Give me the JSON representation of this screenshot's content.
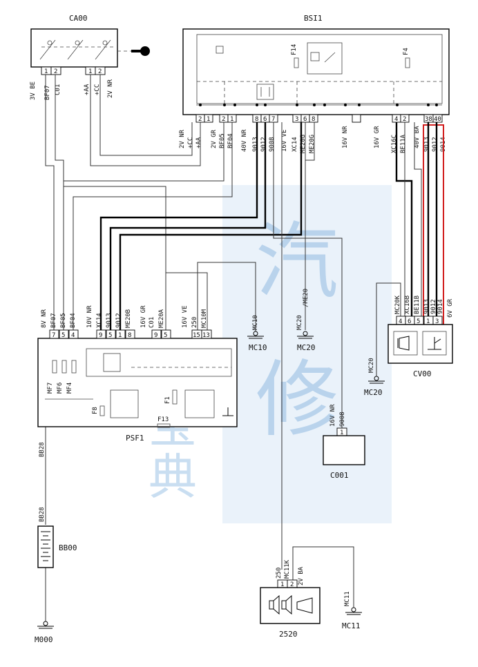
{
  "components": {
    "ca00": {
      "title": "CA00",
      "wires": [
        "3V BE",
        "BF07",
        "C01",
        "+AA",
        "+CC",
        "2V NR"
      ],
      "pins": [
        "1",
        "2",
        "1",
        "2"
      ]
    },
    "bsi1": {
      "title": "BSI1",
      "fuse_a": "F14",
      "fuse_b": "F4",
      "pins": [
        "2",
        "1",
        "2",
        "1",
        "8",
        "6",
        "7",
        "3",
        "6",
        "8",
        "4",
        "2",
        "38",
        "40"
      ]
    },
    "psf1": {
      "title": "PSF1",
      "fuses": [
        "MF7",
        "MF6",
        "MF4",
        "F8",
        "F1",
        "F13"
      ],
      "pins": [
        "7",
        "5",
        "4",
        "9",
        "5",
        "1",
        "8",
        "9",
        "5",
        "15",
        "13"
      ]
    },
    "cv00": {
      "title": "CV00",
      "pins": [
        "4",
        "6",
        "5",
        "1",
        "3"
      ]
    },
    "c001": {
      "title": "C001",
      "pin": "1"
    },
    "bb00": {
      "title": "BB00"
    },
    "c2520": {
      "title": "2520",
      "pins": [
        "1",
        "2"
      ]
    }
  },
  "wire_labels": {
    "bsi_left": [
      "2V NR",
      "+CC",
      "+AA",
      "2V GR",
      "BF05",
      "BF04",
      "40V NR",
      "9013",
      "9012",
      "9008",
      "16V VE",
      "XC14",
      "ME20G",
      "ME20G"
    ],
    "bsi_right": [
      "16V NR",
      "16V GR",
      "XC16C",
      "BE11A",
      "40V BA",
      "9013",
      "9012",
      "9014",
      "6V GR"
    ],
    "psf_top": [
      "8V NR",
      "BF07",
      "BF05",
      "BF04",
      "10V NR",
      "XC14",
      "9013",
      "9012",
      "ME20B",
      "16V GR",
      "C01",
      "ME20A",
      "16V VE",
      "250",
      "MC10M"
    ],
    "cv_top": [
      "MC20K",
      "XC16B",
      "BE11B",
      "9013",
      "9012",
      "9014"
    ],
    "c001_top": [
      "16V NR",
      "9008"
    ],
    "c2520_top": [
      "250",
      "MC11K",
      "2V BA"
    ],
    "bb28": [
      "BB28",
      "BB28"
    ]
  },
  "grounds": [
    "MC10",
    "MC10",
    "/ME20",
    "MC20",
    "MC20",
    "MC20",
    "MC11",
    "MC11",
    "M000"
  ],
  "watermark": [
    "汽",
    "修",
    "宝",
    "典"
  ],
  "colors": {
    "highlight": "#d21f1f",
    "watermark": "#c9def1"
  }
}
